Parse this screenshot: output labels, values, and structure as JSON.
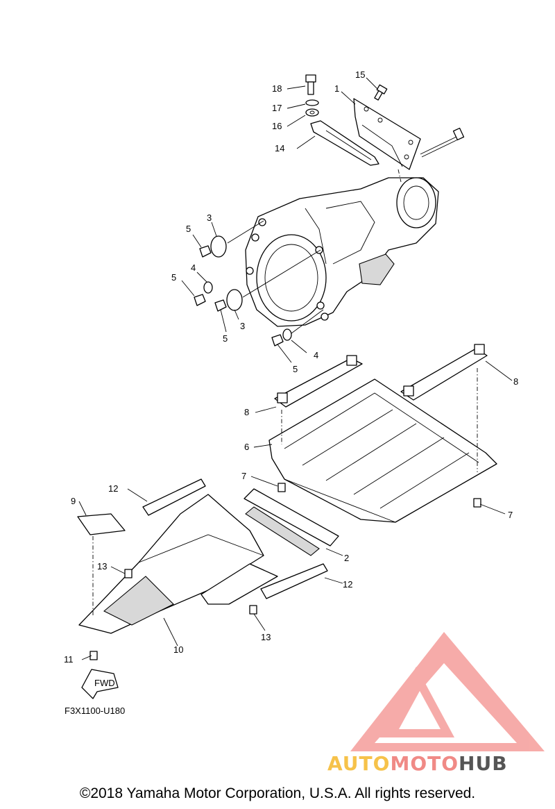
{
  "diagram": {
    "code": "F3X1100-U180",
    "copyright": "©2018 Yamaha Motor Corporation, U.S.A. All rights reserved.",
    "fwd_label": "FWD",
    "callouts": [
      "1",
      "2",
      "3",
      "3",
      "4",
      "4",
      "5",
      "5",
      "5",
      "5",
      "6",
      "7",
      "7",
      "8",
      "8",
      "9",
      "10",
      "11",
      "12",
      "12",
      "13",
      "13",
      "14",
      "15",
      "16",
      "17",
      "18"
    ]
  },
  "watermark": {
    "part1": "AUTO",
    "part2": "MOTO",
    "part3": "HUB",
    "colors": {
      "auto": "#f6c24a",
      "moto": "#f08a86",
      "hub": "#555555"
    }
  }
}
